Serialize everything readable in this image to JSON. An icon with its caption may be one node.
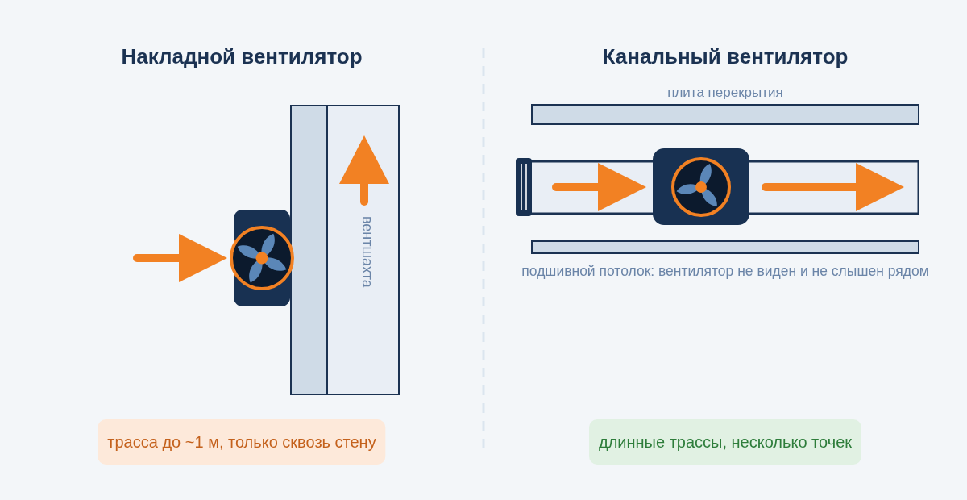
{
  "diagram": {
    "nodes": [
      {
        "text": [],
        "shape": "box"
      },
      {
        "text": [
          "вентшахта"
        ]
      },
      {
        "text": [
          "плита перекрытия"
        ]
      },
      {
        "text": [
          "подшивной потолок: вентилятор не виден и не слышен рядом"
        ]
      },
      {
        "text": [
          "трасса до ~1 м, только сквозь стену"
        ]
      },
      {
        "text": [
          "длинные трассы, несколько точек"
        ]
      }
    ],
    "labels": [
      "Накладной вентилятор",
      "Канальный вентилятор"
    ]
  }
}
